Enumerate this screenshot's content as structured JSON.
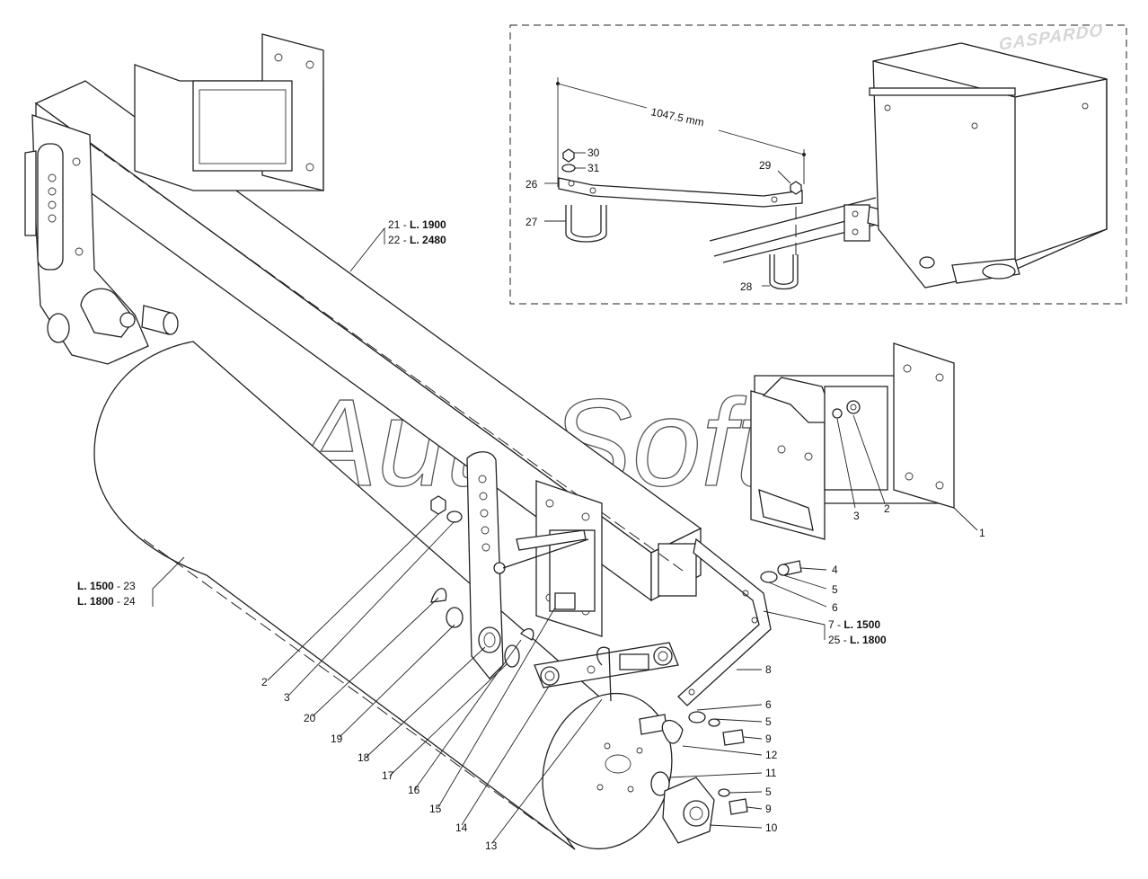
{
  "labels": {
    "n1": "1",
    "n2": "2",
    "n3": "3",
    "n4": "4",
    "n5": "5",
    "n6": "6",
    "n8": "8",
    "n9": "9",
    "n10": "10",
    "n11": "11",
    "n12": "12",
    "n13": "13",
    "n14": "14",
    "n15": "15",
    "n16": "16",
    "n17": "17",
    "n18": "18",
    "n19": "19",
    "n20": "20",
    "n26": "26",
    "n27": "27",
    "n28": "28",
    "n29": "29",
    "n30": "30",
    "n31": "31"
  },
  "length_callouts": {
    "beam_21": {
      "num": "21",
      "sep": " - ",
      "len": "L. 1900"
    },
    "beam_22": {
      "num": "22",
      "sep": " - ",
      "len": "L. 2480"
    },
    "roller_23": {
      "len": "L. 1500",
      "sep": " - ",
      "num": "23"
    },
    "roller_24": {
      "len": "L. 1800",
      "sep": " - ",
      "num": "24"
    },
    "bracket_7": {
      "num": "7",
      "sep": "  - ",
      "len": "L. 1500"
    },
    "bracket_25": {
      "num": "25",
      "sep": " - ",
      "len": "L. 1800"
    }
  },
  "dimension": {
    "value": "1047.5",
    "unit": "mm"
  },
  "brand": "GASPARDO",
  "watermark": "AutoSoft",
  "colors": {
    "line": "#222222",
    "background": "#ffffff",
    "watermark_outline": "#555555"
  }
}
